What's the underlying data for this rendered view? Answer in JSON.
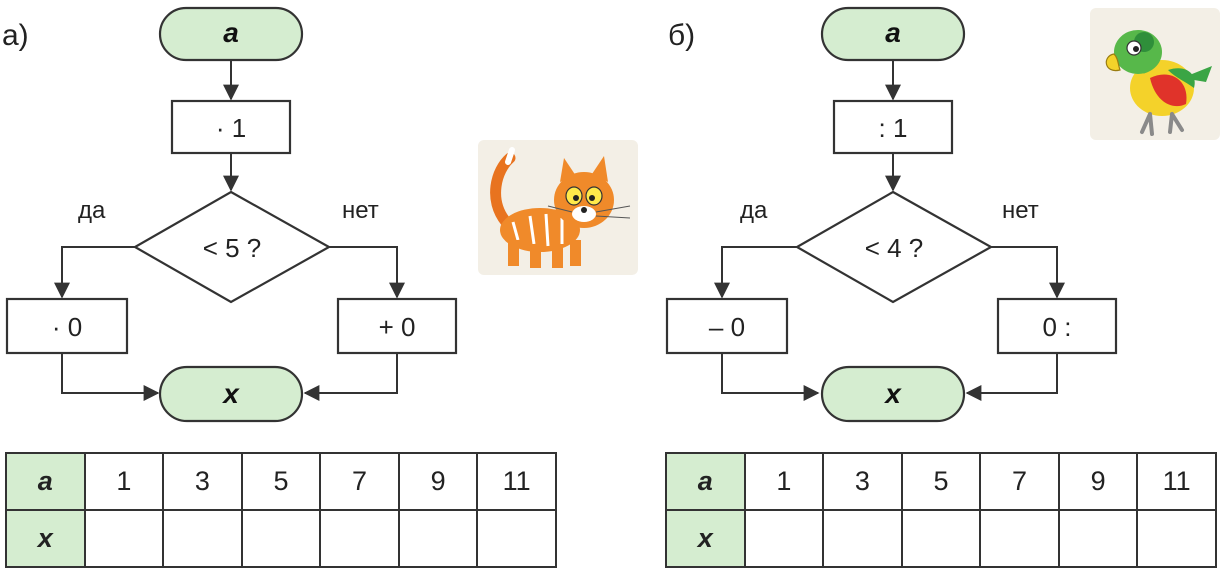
{
  "colors": {
    "terminal_fill": "#d5edd0",
    "stroke": "#333333"
  },
  "panel_a": {
    "label": "а)",
    "start": "a",
    "process": "· 1",
    "decision": "< 5 ?",
    "yes": "да",
    "no": "нет",
    "yes_op": "· 0",
    "no_op": "+ 0",
    "end": "x",
    "illustration": "cat-illustration",
    "table": {
      "row1_header": "a",
      "row2_header": "x",
      "values": [
        "1",
        "3",
        "5",
        "7",
        "9",
        "11"
      ]
    }
  },
  "panel_b": {
    "label": "б)",
    "start": "a",
    "process": ": 1",
    "decision": "< 4 ?",
    "yes": "да",
    "no": "нет",
    "yes_op": "– 0",
    "no_op": "0 :",
    "end": "x",
    "illustration": "parrot-illustration",
    "table": {
      "row1_header": "a",
      "row2_header": "x",
      "values": [
        "1",
        "3",
        "5",
        "7",
        "9",
        "11"
      ]
    }
  }
}
